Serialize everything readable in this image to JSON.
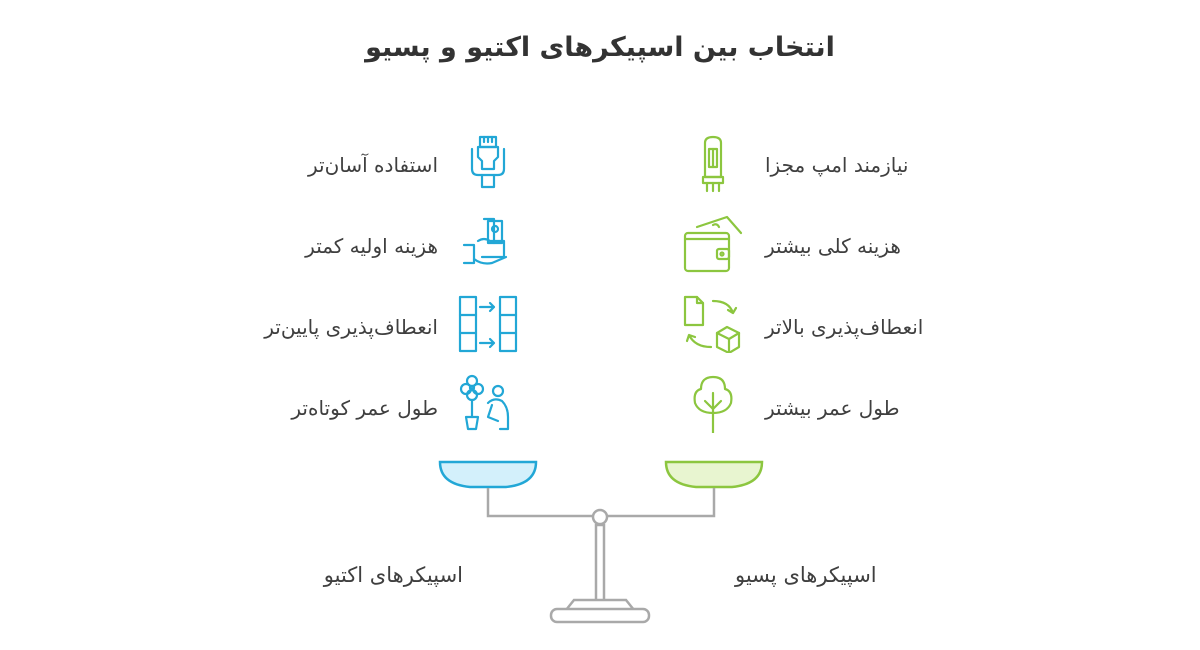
{
  "title": "انتخاب بین اسپیکرهای اکتیو و پسیو",
  "colors": {
    "active": "#22a7d6",
    "passive": "#8cc63f",
    "active_fill": "#d3f0fb",
    "passive_fill": "#e8f5d0",
    "scale": "#a9a9a9"
  },
  "active": {
    "label": "اسپیکرهای اکتیو",
    "items": [
      {
        "text": "استفاده آسان‌تر",
        "icon": "cable-plug-icon"
      },
      {
        "text": "هزینه اولیه کمتر",
        "icon": "money-hand-icon"
      },
      {
        "text": "انعطاف‌پذیری پایین‌تر",
        "icon": "transfer-grid-icon"
      },
      {
        "text": "طول عمر کوتاه‌تر",
        "icon": "person-flower-icon"
      }
    ]
  },
  "passive": {
    "label": "اسپیکرهای پسیو",
    "items": [
      {
        "text": "نیازمند امپ مجزا",
        "icon": "vacuum-tube-icon"
      },
      {
        "text": "هزینه کلی بیشتر",
        "icon": "wallet-icon"
      },
      {
        "text": "انعطاف‌پذیری بالاتر",
        "icon": "file-cube-exchange-icon"
      },
      {
        "text": "طول عمر بیشتر",
        "icon": "tree-icon"
      }
    ]
  }
}
